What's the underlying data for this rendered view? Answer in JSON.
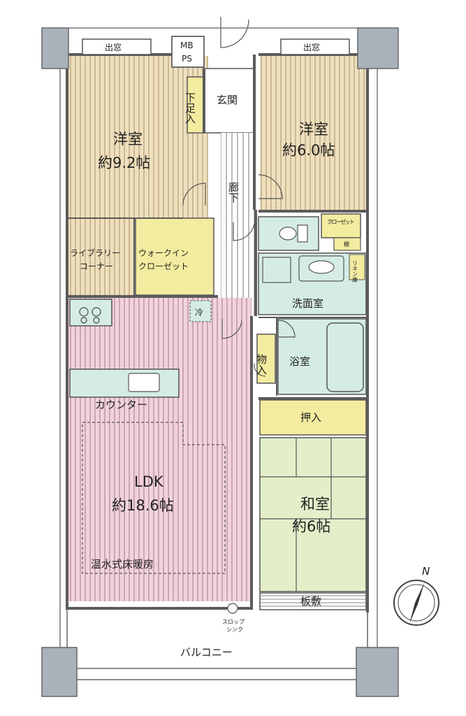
{
  "colors": {
    "western_room": "#efe0bd",
    "ldk": "#f2d3dd",
    "japanese_room": "#e3efc9",
    "wet_area": "#d5ece6",
    "closet": "#f3eca0",
    "column": "#a9b2ba",
    "wall": "#5b5b5b"
  },
  "labels": {
    "window_left": "出窓",
    "window_right": "出窓",
    "mb": "MB",
    "ps": "PS",
    "shoe_closet": "下足入",
    "entrance": "玄関",
    "western_room_1": "洋室",
    "western_room_1_size": "約9.2帖",
    "western_room_2": "洋室",
    "western_room_2_size": "約6.0帖",
    "hallway": "廊下",
    "closet_small": "クローゼット",
    "shelf": "棚",
    "linen": "リネン庫",
    "library_1": "ライブラリー",
    "library_2": "コーナー",
    "walkin_1": "ウォークイン",
    "walkin_2": "クローゼット",
    "washroom": "洗面室",
    "fridge": "冷",
    "storage": "物入",
    "bathroom": "浴室",
    "counter": "カウンター",
    "oshiire": "押入",
    "ldk": "LDK",
    "ldk_size": "約18.6帖",
    "japanese_room": "和室",
    "japanese_room_size": "約6帖",
    "floor_heating": "温水式床暖房",
    "itajiki": "板敷",
    "slop_sink_1": "スロップ",
    "slop_sink_2": "シンク",
    "balcony": "バルコニー",
    "compass": "N"
  }
}
